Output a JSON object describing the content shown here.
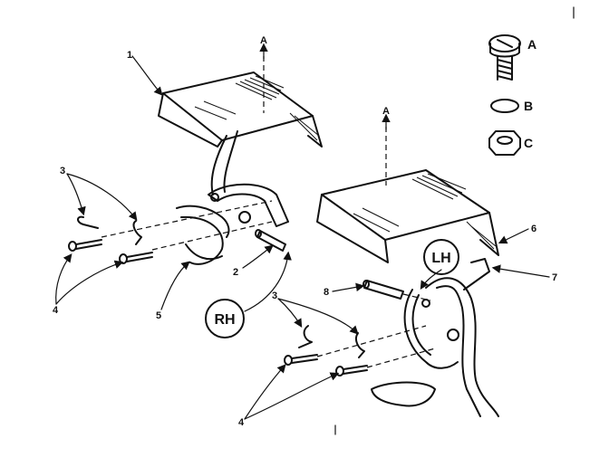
{
  "callouts": {
    "part_1": "1",
    "part_2": "2",
    "part_3_left": "3",
    "part_3_right": "3",
    "part_4_left": "4",
    "part_4_right": "4",
    "part_5": "5",
    "part_6": "6",
    "part_7": "7",
    "part_8": "8",
    "axis_a_left": "A",
    "axis_a_right": "A"
  },
  "hardware": {
    "a": "A",
    "b": "B",
    "c": "C"
  },
  "badges": {
    "rh": "RH",
    "lh": "LH"
  }
}
